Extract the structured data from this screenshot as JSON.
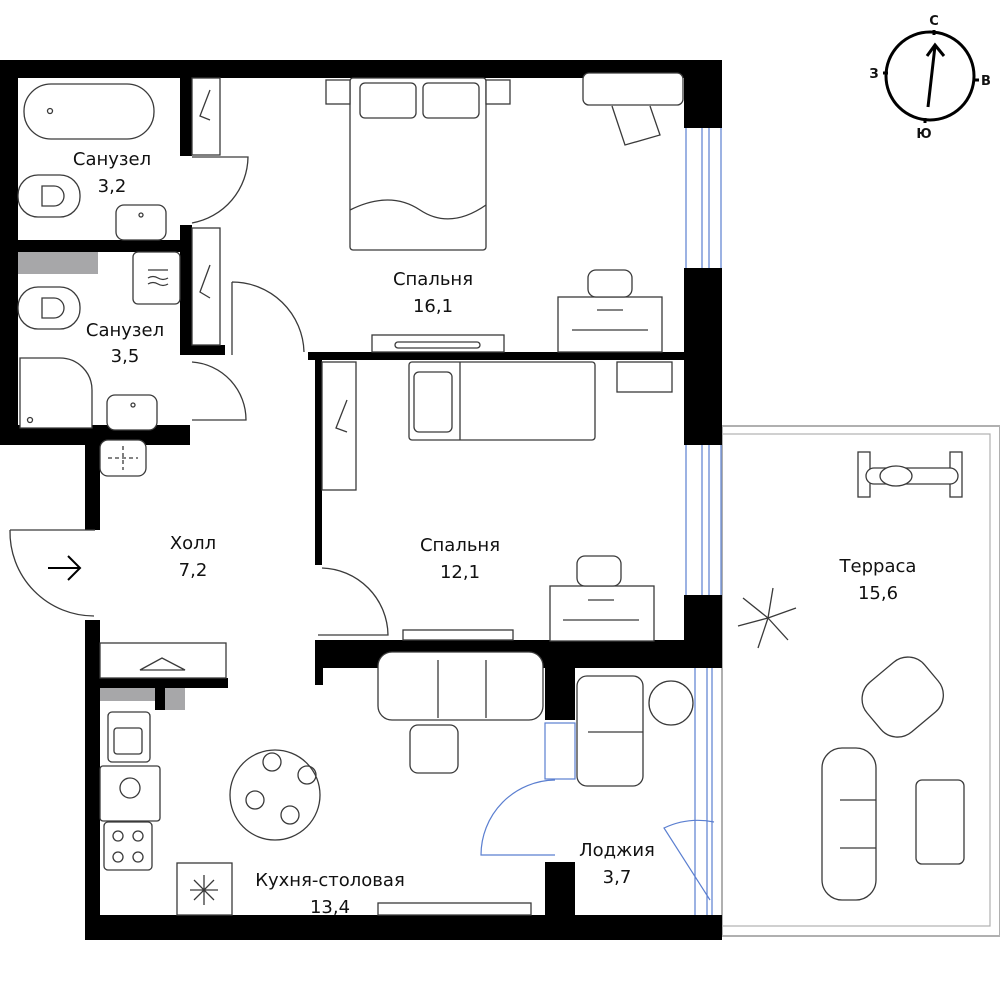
{
  "rooms": {
    "bath1": {
      "name": "Санузел",
      "area": "3,2"
    },
    "bath2": {
      "name": "Санузел",
      "area": "3,5"
    },
    "bedroom1": {
      "name": "Спальня",
      "area": "16,1"
    },
    "bedroom2": {
      "name": "Спальня",
      "area": "12,1"
    },
    "hall": {
      "name": "Холл",
      "area": "7,2"
    },
    "kitchen": {
      "name": "Кухня-столовая",
      "area": "13,4"
    },
    "loggia": {
      "name": "Лоджия",
      "area": "3,7"
    },
    "terrace": {
      "name": "Терраса",
      "area": "15,6"
    }
  },
  "compass": {
    "north": "С",
    "south": "Ю",
    "west": "З",
    "east": "В"
  },
  "colors": {
    "wall": "#000000",
    "window": "#5b7fd0",
    "shaft": "#a7a7a9",
    "terrace_outline": "#b0b0b0"
  }
}
